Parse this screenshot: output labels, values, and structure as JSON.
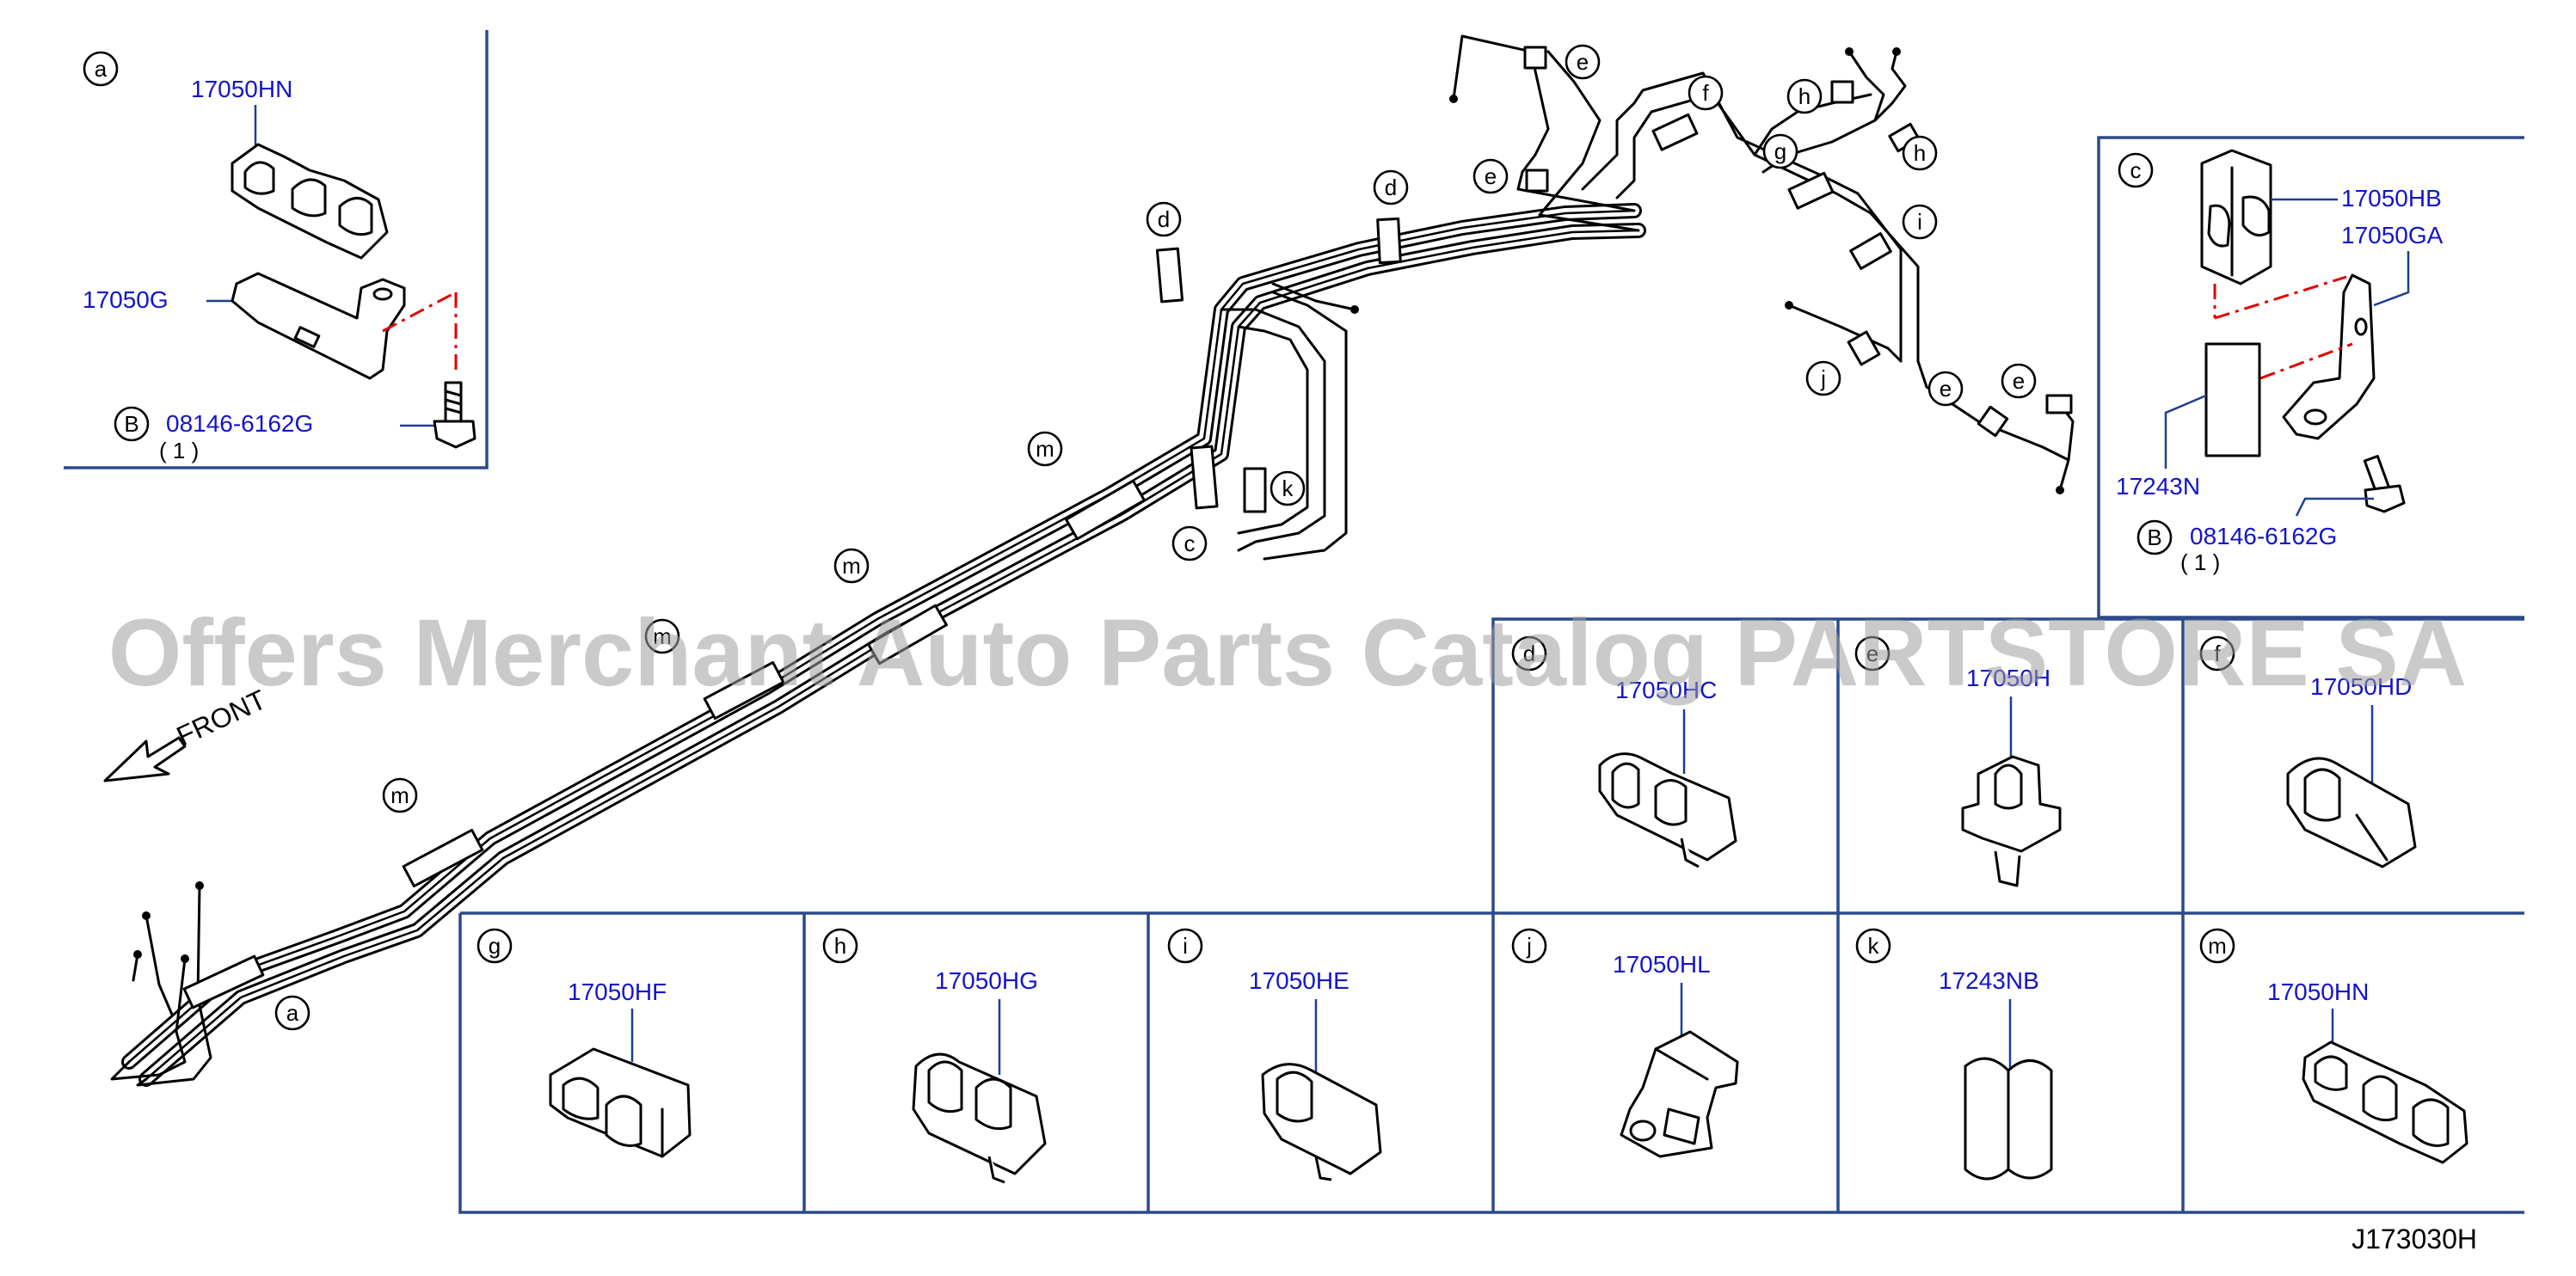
{
  "diagram_code": "J173030H",
  "watermark": "Offers Merchant Auto Parts Catalog PARTSTORE SA",
  "front_label": "FRONT",
  "callouts": {
    "a": "a",
    "b": "B",
    "c": "c",
    "d": "d",
    "e": "e",
    "f": "f",
    "g": "g",
    "h": "h",
    "i": "i",
    "j": "j",
    "k": "k",
    "m": "m"
  },
  "detail_a": {
    "part_clip": "17050HN",
    "part_bracket": "17050G",
    "part_bolt": "08146-6162G",
    "bolt_qty": "( 1 )"
  },
  "detail_c": {
    "part_clip": "17050HB",
    "part_bracket": "17050GA",
    "part_pad": "17243N",
    "part_bolt": "08146-6162G",
    "bolt_qty": "( 1 )"
  },
  "detail_d": {
    "part": "17050HC"
  },
  "detail_e": {
    "part": "17050H"
  },
  "detail_f": {
    "part": "17050HD"
  },
  "detail_g": {
    "part": "17050HF"
  },
  "detail_h": {
    "part": "17050HG"
  },
  "detail_i": {
    "part": "17050HE"
  },
  "detail_j": {
    "part": "17050HL"
  },
  "detail_k": {
    "part": "17243NB"
  },
  "detail_m": {
    "part": "17050HN"
  },
  "colors": {
    "part_number": "#1414c8",
    "frame": "#2b4a8b",
    "alignment_line": "#e00000",
    "watermark": "#9e9e9e"
  }
}
